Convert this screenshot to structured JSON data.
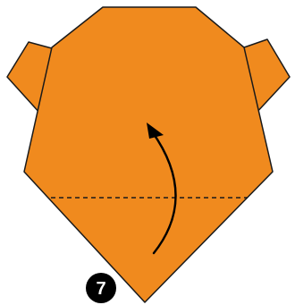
{
  "diagram": {
    "colors": {
      "paper_fill": "#F08A1E",
      "outline": "#1a1a1a",
      "arrow": "#000000",
      "badge_fill": "#000000",
      "badge_text": "#ffffff",
      "background": "#ffffff"
    },
    "fold_line_style": "dashed",
    "fold_direction": "fold up",
    "step": {
      "number": "7"
    },
    "icons": [
      "origami-head-shape",
      "left-ear-flap",
      "right-ear-flap",
      "dashed-fold-line",
      "curved-fold-arrow",
      "step-number-badge"
    ]
  }
}
